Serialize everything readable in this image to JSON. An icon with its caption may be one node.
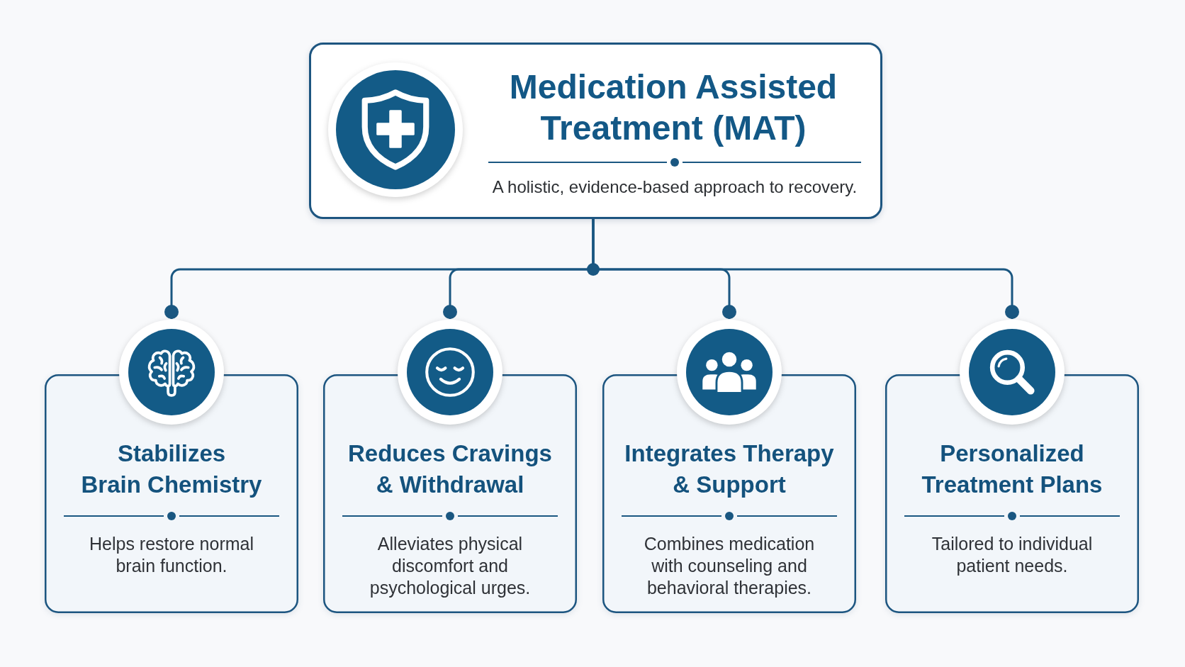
{
  "diagram": {
    "nodes": [
      {
        "text": [
          "Medication Assisted Treatment (MAT)",
          "A holistic, evidence-based approach to recovery."
        ]
      },
      {
        "text": [
          "Stabilizes Brain Chemistry",
          "Helps restore normal brain function."
        ]
      },
      {
        "text": [
          "Reduces Cravings & Withdrawal",
          "Alleviates physical discomfort and psychological urges."
        ]
      },
      {
        "text": [
          "Integrates Therapy & Support",
          "Combines medication with counseling and behavioral therapies."
        ]
      },
      {
        "text": [
          "Personalized Treatment Plans",
          "Tailored to individual patient needs."
        ]
      }
    ],
    "edges": [
      {
        "from": 0,
        "to": 1,
        "arrow": "other"
      },
      {
        "from": 0,
        "to": 2,
        "arrow": "other"
      },
      {
        "from": 0,
        "to": 3,
        "arrow": "other"
      },
      {
        "from": 0,
        "to": 4,
        "arrow": "other"
      }
    ]
  }
}
